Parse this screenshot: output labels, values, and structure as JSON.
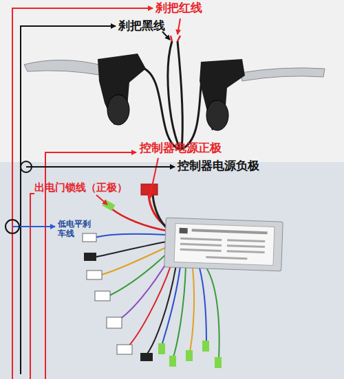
{
  "diagram": {
    "labels": [
      "刹把红线",
      "刹把黑线",
      "控制器电源正极",
      "控制器电源负极",
      "出电门锁线（正极）",
      "低电平刹车线"
    ]
  }
}
